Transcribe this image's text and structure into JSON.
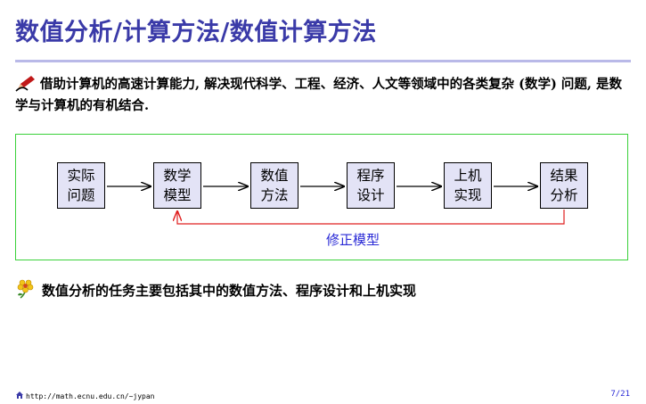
{
  "slide": {
    "title": "数值分析/计算方法/数值计算方法",
    "paragraph": "借助计算机的高速计算能力, 解决现代科学、工程、经济、人文等领域中的各类复杂 (数学) 问题, 是数学与计算机的有机结合.",
    "flow": [
      {
        "line1": "实际",
        "line2": "问题"
      },
      {
        "line1": "数学",
        "line2": "模型"
      },
      {
        "line1": "数值",
        "line2": "方法"
      },
      {
        "line1": "程序",
        "line2": "设计"
      },
      {
        "line1": "上机",
        "line2": "实现"
      },
      {
        "line1": "结果",
        "line2": "分析"
      }
    ],
    "feedback_label": "修正模型",
    "task_text": "数值分析的任务主要包括其中的数值方法、程序设计和上机实现",
    "footer_url": "http://math.ecnu.edu.cn/~jypan",
    "page_number": "7/21"
  },
  "colors": {
    "title": "#3a3aa8",
    "rule": "#b9b9e8",
    "frame": "#3ad13a",
    "box_fill": "#e3e3f6",
    "feedback": "#e02020",
    "label": "#2a2ad6"
  },
  "icons": [
    "pencil-icon",
    "flower-icon",
    "home-icon"
  ]
}
